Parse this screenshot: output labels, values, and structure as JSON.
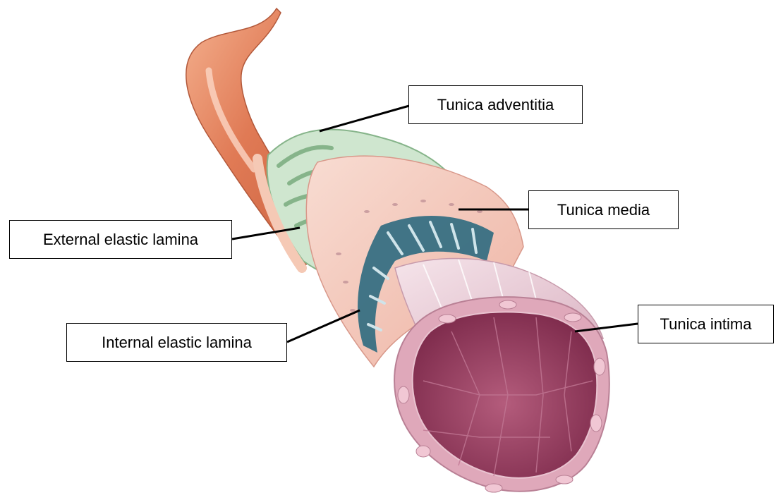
{
  "labels": {
    "tunica_adventitia": "Tunica adventitia",
    "tunica_media": "Tunica media",
    "external_elastic_lamina": "External elastic lamina",
    "internal_elastic_lamina": "Internal elastic lamina",
    "tunica_intima": "Tunica intima"
  },
  "colors": {
    "adventitia": "#e0825e",
    "adventitia_cut": "#cfe6cf",
    "elastic_lamina_external": "#86b48a",
    "media": "#f2c6b8",
    "elastic_lamina_internal": "#2d6a80",
    "intima_outer": "#e4b4c4",
    "lumen": "#9c3f62",
    "leader_line": "#000000"
  }
}
